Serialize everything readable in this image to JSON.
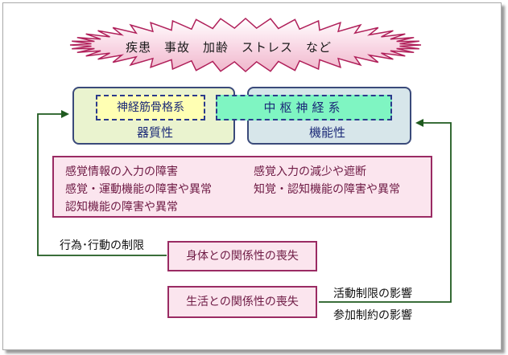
{
  "banner": {
    "text": "疾患　事故　加齢　ストレス　など"
  },
  "organic": {
    "label": "器質性",
    "inner": "神経筋骨格系"
  },
  "functional": {
    "label": "機能性",
    "inner": "中枢神経系"
  },
  "impairments": {
    "left": [
      "感覚情報の入力の障害",
      "感覚・運動機能の障害や異常",
      "認知機能の障害や異常"
    ],
    "right": [
      "感覚入力の減少や遮断",
      "知覚・認知機能の障害や異常"
    ]
  },
  "left_loop_label": "行為･行動の制限",
  "body_relation": "身体との関係性の喪失",
  "life_relation": "生活との関係性の喪失",
  "right_loop_labels": [
    "活動制限の影響",
    "参加制約の影響"
  ],
  "colors": {
    "banner_fill": "#f9d9e6",
    "banner_stroke": "#b0205a",
    "arrow": "#1f5a1f",
    "impair_border": "#9a2b63"
  }
}
